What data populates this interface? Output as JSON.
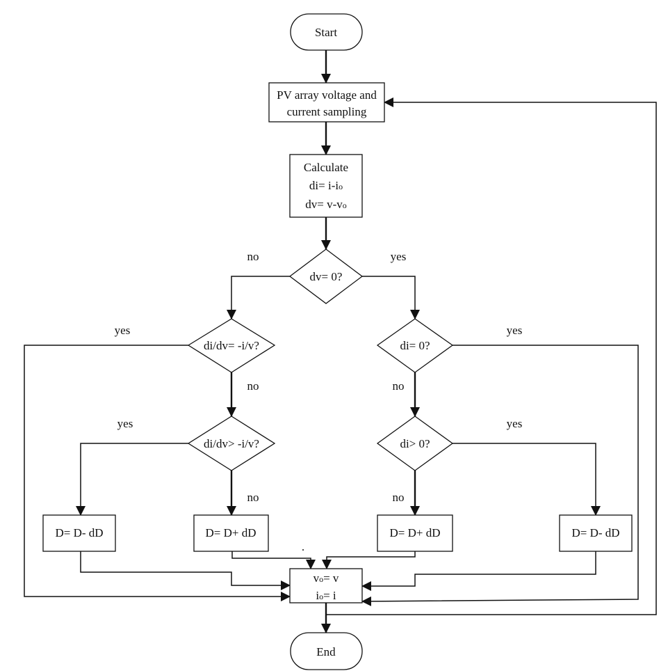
{
  "nodes": {
    "start": "Start",
    "sampling": [
      "PV array voltage and",
      "current sampling"
    ],
    "calculate": {
      "title": "Calculate",
      "di_main": "di= i-i",
      "di_sub": "o",
      "dv_main": "dv= v-v",
      "dv_sub": "o"
    },
    "dv_zero": "dv= 0?",
    "didv_eq": "di/dv= -i/v?",
    "di_zero": "di= 0?",
    "didv_gt": "di/dv> -i/v?",
    "di_gt": "di> 0?",
    "dec_left": "D= D- dD",
    "inc_left": "D= D+ dD",
    "inc_right": "D= D+ dD",
    "dec_right": "D= D- dD",
    "update": {
      "v_pre": "v",
      "v_sub": "o",
      "v_post": "= v",
      "i_pre": "i",
      "i_sub": "o",
      "i_post": "= i"
    },
    "end": "End"
  },
  "labels": {
    "dv_no": "no",
    "dv_yes": "yes",
    "eq_yes": "yes",
    "eq_no": "no",
    "dz_yes": "yes",
    "dz_no": "no",
    "gt_yes": "yes",
    "gt_no": "no",
    "dg_yes": "yes",
    "dg_no": "no"
  },
  "colors": {
    "stroke": "#111111",
    "background": "#ffffff"
  }
}
